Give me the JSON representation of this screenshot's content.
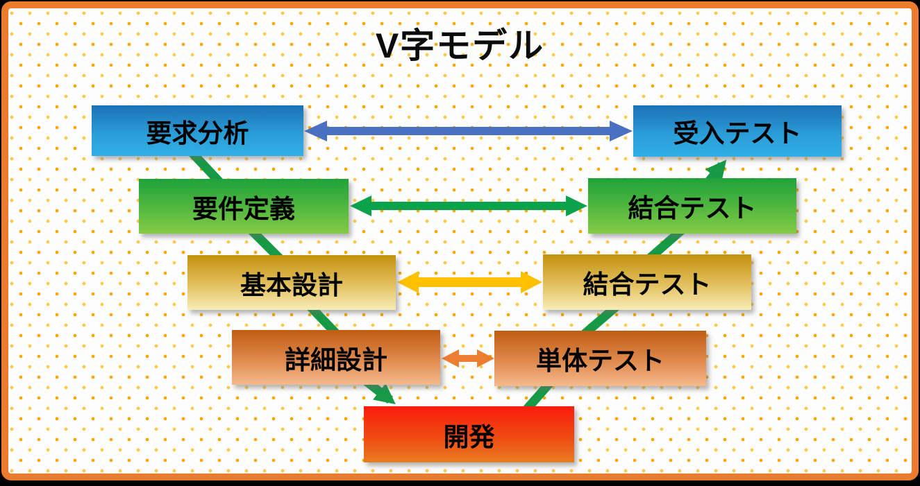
{
  "title": "V字モデル",
  "nodes": {
    "requirements_analysis": {
      "label": "要求分析"
    },
    "acceptance_test": {
      "label": "受入テスト"
    },
    "requirements_definition": {
      "label": "要件定義"
    },
    "integration_test_upper": {
      "label": "結合テスト"
    },
    "basic_design": {
      "label": "基本設計"
    },
    "integration_test_lower": {
      "label": "結合テスト"
    },
    "detailed_design": {
      "label": "詳細設計"
    },
    "unit_test": {
      "label": "単体テスト"
    },
    "development": {
      "label": "開発"
    }
  },
  "relations": [
    {
      "from": "要求分析",
      "to": "受入テスト",
      "type": "double-arrow",
      "color": "#4a71c1"
    },
    {
      "from": "要件定義",
      "to": "結合テスト",
      "type": "double-arrow",
      "color": "#0ba24c"
    },
    {
      "from": "基本設計",
      "to": "結合テスト",
      "type": "double-arrow",
      "color": "#ffc000"
    },
    {
      "from": "詳細設計",
      "to": "単体テスト",
      "type": "double-arrow",
      "color": "#ed7d31"
    },
    {
      "from": "要求分析",
      "to": "開発",
      "type": "v-flow-down",
      "color": "#169a46"
    },
    {
      "from": "開発",
      "to": "受入テスト",
      "type": "v-flow-up",
      "color": "#169a46"
    }
  ],
  "colors": {
    "border": "#ec7b2d",
    "background": "#fdfdfd",
    "dot_gold": "#f9a602",
    "dot_light": "#ffc845",
    "box_blue_top": "#1e71b5",
    "box_blue_bottom": "#31aee5",
    "box_green_top": "#1fa23b",
    "box_green_bottom": "#85cb45",
    "box_gold_top": "#c2920e",
    "box_gold_bottom": "#f8ecb8",
    "box_orange_top": "#c05c13",
    "box_orange_bottom": "#f5b98d",
    "box_red_top": "#fb1c0c",
    "box_red_bottom": "#e97d20",
    "arrow_blue": "#4a71c1",
    "arrow_green": "#0ba24c",
    "arrow_gold": "#ffc000",
    "arrow_orange": "#ed7d31",
    "connector_green": "#169a46",
    "title_color": "#0b0b0b"
  }
}
